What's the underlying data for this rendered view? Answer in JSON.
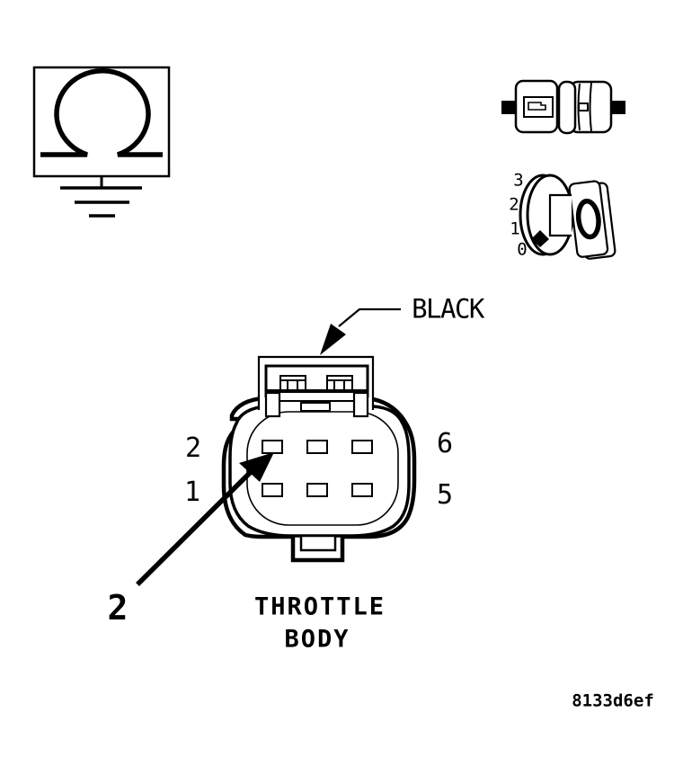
{
  "colors": {
    "ink": "#000000",
    "paper": "#ffffff"
  },
  "labels": {
    "wire_color": "BLACK",
    "component_line1": "THROTTLE",
    "component_line2": "BODY",
    "callout_pin": "2",
    "figure_code": "8133d6ef"
  },
  "connector": {
    "pin_top_left": "2",
    "pin_bottom_left": "1",
    "pin_top_right": "6",
    "pin_bottom_right": "5"
  },
  "dial": {
    "scale": [
      "3",
      "2",
      "1",
      "0"
    ]
  },
  "icons": {
    "ohm_ground": "ohmmeter-ground-symbol",
    "connector_pair": "disconnected-connector-symbol",
    "dial": "rotary-dial-symbol"
  }
}
